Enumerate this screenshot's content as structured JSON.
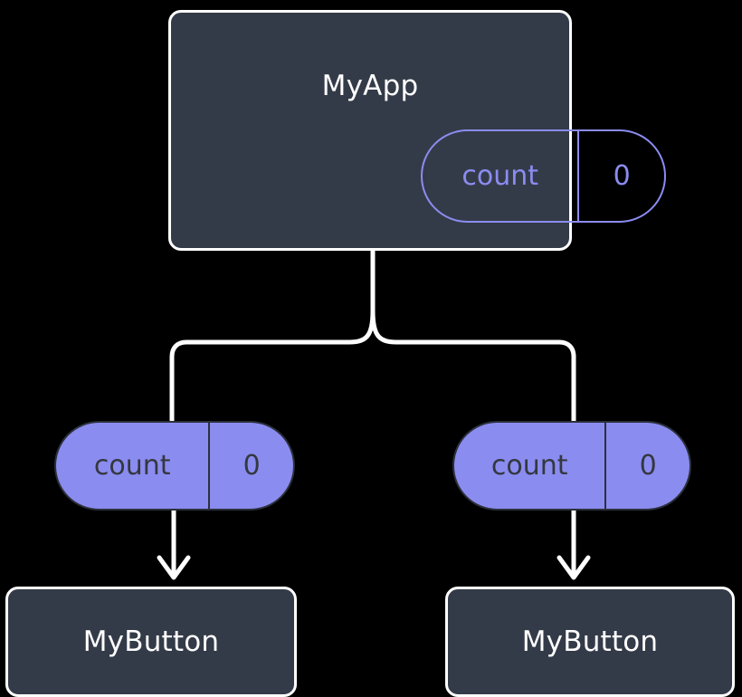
{
  "diagram": {
    "title_text": "MyApp",
    "background_color": "#000000",
    "wire_color": "#ffffff",
    "box_fill": "#343b48",
    "accent_color": "#8b8cf0",
    "root": {
      "name": "MyApp",
      "state": {
        "key": "count",
        "value": "0",
        "style": "outlined"
      }
    },
    "children": [
      {
        "name": "MyButton",
        "prop": {
          "key": "count",
          "value": "0",
          "style": "filled"
        }
      },
      {
        "name": "MyButton",
        "prop": {
          "key": "count",
          "value": "0",
          "style": "filled"
        }
      }
    ]
  }
}
